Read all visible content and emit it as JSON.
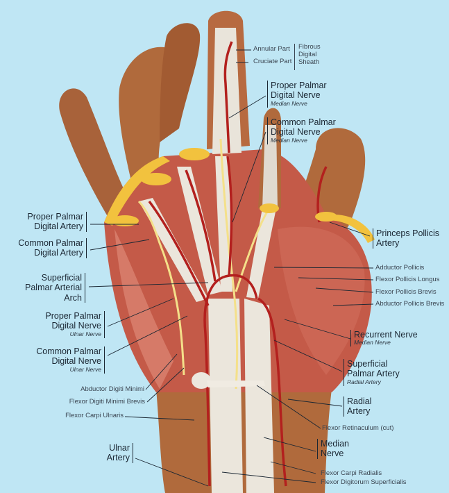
{
  "labels": {
    "annular_part": "Annular Part",
    "cruciate_part": "Cruciate Part",
    "fibrous_digital_sheath_1": "Fibrous",
    "fibrous_digital_sheath_2": "Digital",
    "fibrous_digital_sheath_3": "Sheath",
    "proper_palmar_digital_nerve_top_1": "Proper Palmar",
    "proper_palmar_digital_nerve_top_2": "Digital Nerve",
    "proper_palmar_digital_nerve_top_sub": "Median Nerve",
    "common_palmar_digital_nerve_top_1": "Common Palmar",
    "common_palmar_digital_nerve_top_2": "Digital Nerve",
    "common_palmar_digital_nerve_top_sub": "Median Nerve",
    "proper_palmar_digital_artery_1": "Proper Palmar",
    "proper_palmar_digital_artery_2": "Digital Artery",
    "common_palmar_digital_artery_1": "Common Palmar",
    "common_palmar_digital_artery_2": "Digital Artery",
    "superficial_palmar_arterial_arch_1": "Superficial",
    "superficial_palmar_arterial_arch_2": "Palmar Arterial",
    "superficial_palmar_arterial_arch_3": "Arch",
    "proper_palmar_digital_nerve_left_1": "Proper Palmar",
    "proper_palmar_digital_nerve_left_2": "Digital Nerve",
    "proper_palmar_digital_nerve_left_sub": "Ulnar Nerve",
    "common_palmar_digital_nerve_left_1": "Common Palmar",
    "common_palmar_digital_nerve_left_2": "Digital Nerve",
    "common_palmar_digital_nerve_left_sub": "Ulnar Nerve",
    "abductor_digiti_minimi": "Abductor Digiti Minimi",
    "flexor_digiti_minimi_brevis": "Flexor Digiti Minimi Brevis",
    "flexor_carpi_ulnaris": "Flexor Carpi Ulnaris",
    "ulnar_artery_1": "Ulnar",
    "ulnar_artery_2": "Artery",
    "princeps_pollicis_artery_1": "Princeps Pollicis",
    "princeps_pollicis_artery_2": "Artery",
    "adductor_pollicis": "Adductor Pollicis",
    "flexor_pollicis_longus": "Flexor Pollicis Longus",
    "flexor_pollicis_brevis": "Flexor Pollicis Brevis",
    "abductor_pollicis_brevis": "Abductor Pollicis Brevis",
    "recurrent_nerve": "Recurrent Nerve",
    "recurrent_nerve_sub": "Median Nerve",
    "superficial_palmar_artery_1": "Superficial",
    "superficial_palmar_artery_2": "Palmar Artery",
    "superficial_palmar_artery_sub": "Radial Artery",
    "radial_artery_1": "Radial",
    "radial_artery_2": "Artery",
    "flexor_retinaculum": "Flexor Retinaculum (cut)",
    "median_nerve_1": "Median",
    "median_nerve_2": "Nerve",
    "flexor_carpi_radialis": "Flexor Carpi Radialis",
    "flexor_digitorum_superficialis": "Flexor Digitorum Superficialis"
  },
  "colors": {
    "background": "#bfe6f4",
    "skin": "#b06a3c",
    "skin_shadow": "#8a4e2a",
    "muscle": "#c4584a",
    "muscle_light": "#d98070",
    "tendon": "#e8e2d8",
    "fat": "#f2c23e",
    "artery": "#b3201e",
    "nerve": "#f4e08a"
  }
}
